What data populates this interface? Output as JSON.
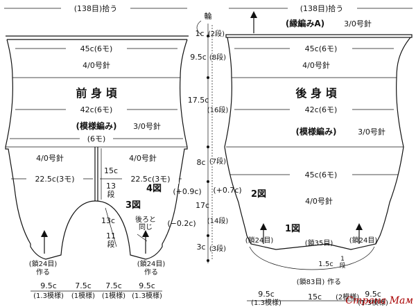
{
  "top": {
    "left_pickup": "(138目)拾う",
    "right_pickup": "(138目)拾う",
    "wa": "輪"
  },
  "front": {
    "title": "前 身 頃",
    "top_width": "45c(6モ)",
    "needle_top": "4/0号針",
    "mid_width": "42c(6モ)",
    "pattern": "(模様編み)",
    "needle_pattern": "3/0号針",
    "six_mo": "(6モ)",
    "needle_left": "4/0号針",
    "needle_right": "4/0号針",
    "left_width": "22.5c(3モ)",
    "right_width": "22.5c(3モ)",
    "center_cm": "15c",
    "center_rows": "13\n段",
    "fig4": "4図",
    "fig3": "3図",
    "leg_cm": "13c",
    "leg_rows": "11\n段",
    "same_as_back": "後ろと\n同じ",
    "chain_left": "(鎖24目)",
    "make_left": "作る",
    "chain_right": "(鎖24目)",
    "make_right": "作る"
  },
  "back": {
    "title": "後 身 頃",
    "ribbing": "(縁編みA)",
    "needle_ribbing": "3/0号針",
    "top_width": "45c(6モ)",
    "needle_top": "4/0号針",
    "mid_width": "42c(6モ)",
    "pattern": "(模様編み)",
    "needle_pattern": "3/0号針",
    "low_width": "45c(6モ)",
    "needle_low": "4/0号針",
    "fig2": "2図",
    "fig1": "1図",
    "chain_left": "(鎖24目)",
    "chain_mid": "(鎖35目)",
    "chain_right": "(鎖24目)",
    "crotch_cm": "1.5c",
    "crotch_rows": "1\n段",
    "chain_bottom": "(鎖83目)",
    "make_bottom": "作る"
  },
  "center": {
    "d1": "1c",
    "d1r": "(2段)",
    "d2": "9.5c",
    "d2r": "(8段)",
    "d3": "17.5c",
    "d3r": "(16段)",
    "d4": "8c",
    "d4r": "(7段)",
    "plus1": "(+0.9c)",
    "plus2": "(+0.7c)",
    "d5": "17c",
    "d5r": "(14段)",
    "minus": "(−0.2c)",
    "d6": "3c",
    "d6r": "(3段)"
  },
  "bottom_front": [
    {
      "cm": "9.5c",
      "mo": "(1.3模様)"
    },
    {
      "cm": "7.5c",
      "mo": "(1模様)"
    },
    {
      "cm": "7.5c",
      "mo": "(1模様)"
    },
    {
      "cm": "9.5c",
      "mo": "(1.3模様)"
    }
  ],
  "bottom_back": [
    {
      "cm": "9.5c",
      "mo": "(1.3模様)"
    },
    {
      "cm": "15c",
      "mo": "(2模様)"
    },
    {
      "cm": "9.5c",
      "mo": "(1.3模様)"
    }
  ],
  "watermark": "Страна Мам"
}
